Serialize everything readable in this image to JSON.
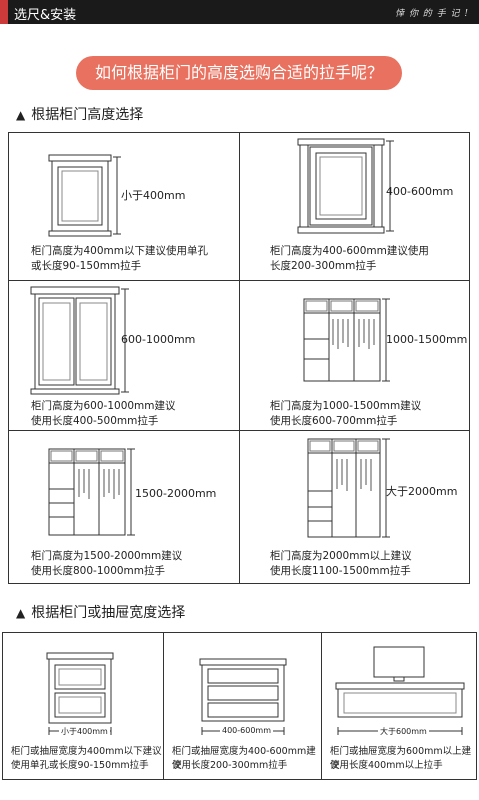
{
  "header": {
    "title": "选尺&安装",
    "subtitle": "悻 你 的 手 记 !"
  },
  "banner": {
    "text": "如何根据柜门的高度选购合适的拉手呢？"
  },
  "section_height": {
    "heading": "根据柜门高度选择",
    "cells": [
      {
        "dim": "小于400mm",
        "cap1": "柜门高度为400mm以下建议使用单孔",
        "cap2": "或长度90-150mm拉手"
      },
      {
        "dim": "400-600mm",
        "cap1": "柜门高度为400-600mm建议使用",
        "cap2": "长度200-300mm拉手"
      },
      {
        "dim": "600-1000mm",
        "cap1": "柜门高度为600-1000mm建议",
        "cap2": "使用长度400-500mm拉手"
      },
      {
        "dim": "1000-1500mm",
        "cap1": "柜门高度为1000-1500mm建议",
        "cap2": "使用长度600-700mm拉手"
      },
      {
        "dim": "1500-2000mm",
        "cap1": "柜门高度为1500-2000mm建议",
        "cap2": "使用长度800-1000mm拉手"
      },
      {
        "dim": "大于2000mm",
        "cap1": "柜门高度为2000mm以上建议",
        "cap2": "使用长度1100-1500mm拉手"
      }
    ]
  },
  "section_width": {
    "heading": "根据柜门或抽屉宽度选择",
    "cells": [
      {
        "dim": "小于400mm",
        "cap1": "柜门或抽屉宽度为400mm以下建议",
        "cap2": "使用单孔或长度90-150mm拉手"
      },
      {
        "dim": "400-600mm",
        "cap1": "柜门或抽屉宽度为400-600mm建议",
        "cap2": "使用长度200-300mm拉手"
      },
      {
        "dim": "大于600mm",
        "cap1": "柜门或抽屉宽度为600mm以上建议",
        "cap2": "使用长度400mm以上拉手"
      }
    ]
  },
  "colors": {
    "banner": "#e8715f",
    "header_bg": "#1a1a1a",
    "header_accent": "#cc3a3a",
    "line": "#333333"
  }
}
